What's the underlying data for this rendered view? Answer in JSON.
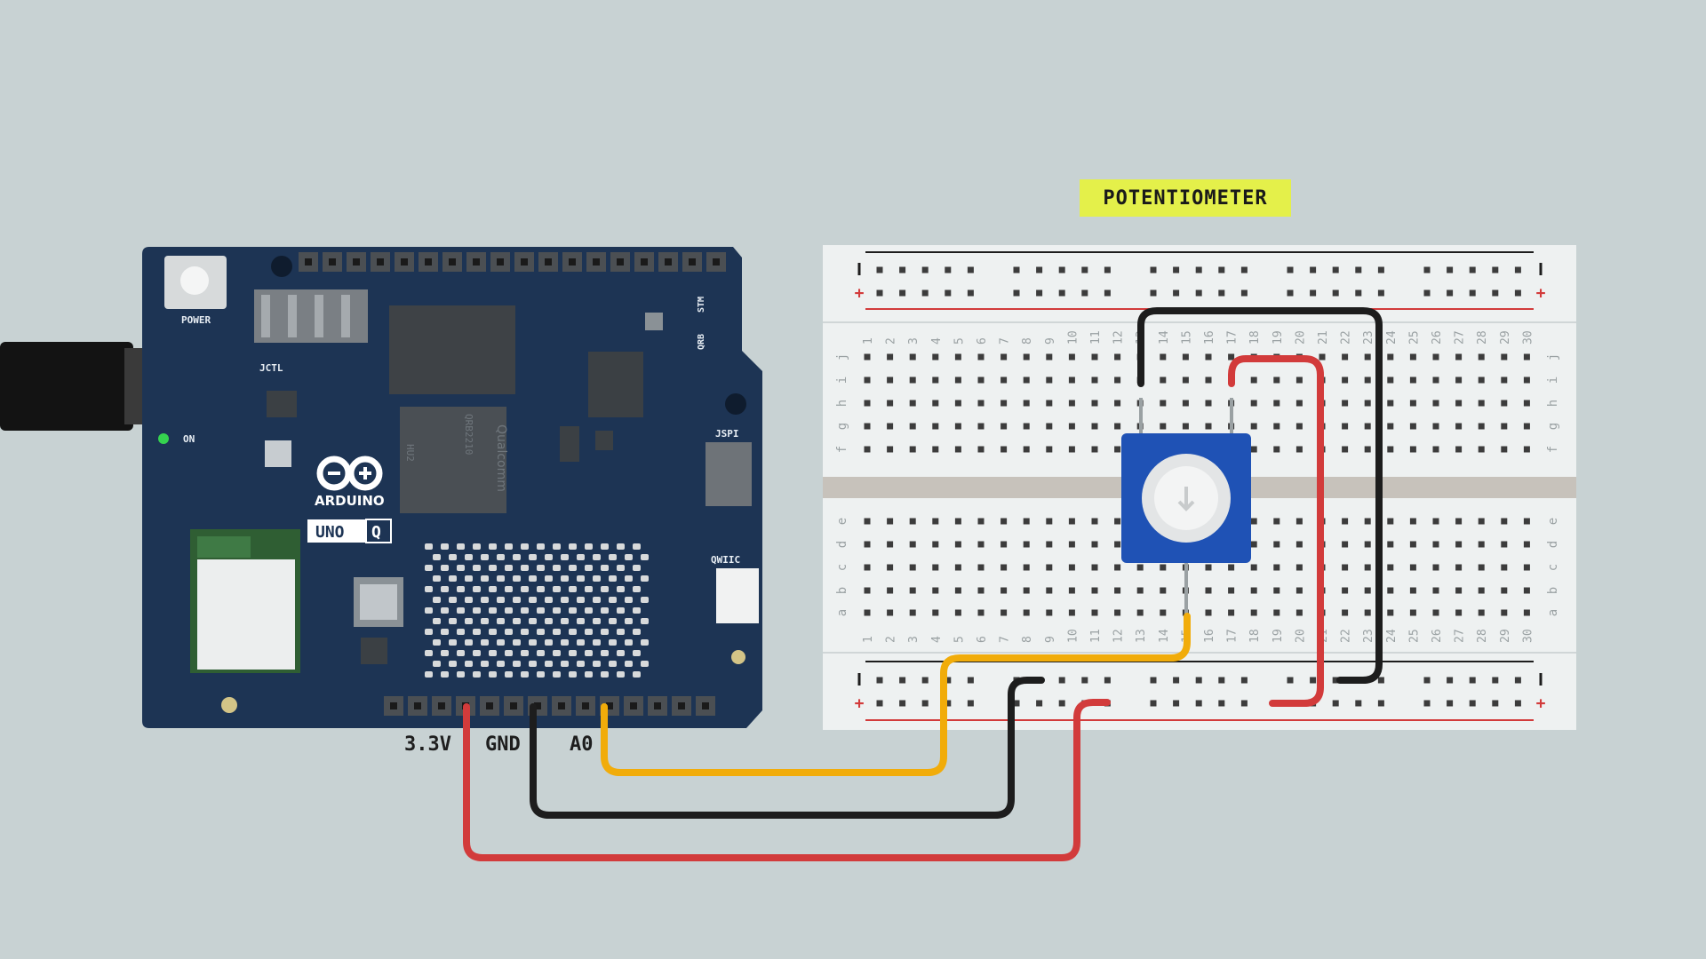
{
  "title": "POTENTIOMETER",
  "board": {
    "logo_text": "ARDUINO",
    "model_badge": "UNO",
    "model_suffix": "Q",
    "silk_power": "POWER",
    "silk_jctl": "JCTL",
    "silk_on": "ON",
    "silk_jspi": "JSPI",
    "silk_qwiic": "QWIIC",
    "silk_stm": "STM",
    "silk_qrb": "QRB",
    "chip_qualcomm": "Qualcomm",
    "chip_part": "QRB2210",
    "chip_part2": "HU2"
  },
  "pin_labels": {
    "v33": "3.3V",
    "gnd": "GND",
    "a0": "A0"
  },
  "breadboard": {
    "columns": [
      "1",
      "2",
      "3",
      "4",
      "5",
      "6",
      "7",
      "8",
      "9",
      "10",
      "11",
      "12",
      "13",
      "14",
      "15",
      "16",
      "17",
      "18",
      "19",
      "20",
      "21",
      "22",
      "23",
      "24",
      "25",
      "26",
      "27",
      "28",
      "29",
      "30"
    ],
    "rows_top": [
      "j",
      "i",
      "h",
      "g",
      "f"
    ],
    "rows_bottom": [
      "e",
      "d",
      "c",
      "b",
      "a"
    ],
    "rail_plus": "+",
    "rail_minus": "-"
  },
  "colors": {
    "background": "#c8d2d3",
    "board": "#1d3454",
    "breadboard": "#eef1f1",
    "wire_red": "#d23b3b",
    "wire_black": "#1d1d1d",
    "wire_yellow": "#f1ac0a",
    "pot_body": "#1f52b5",
    "label_bg": "#e4f04a"
  },
  "wires": [
    {
      "name": "3.3V to + rail",
      "color": "red"
    },
    {
      "name": "GND to - rail",
      "color": "black"
    },
    {
      "name": "A0 to potentiometer wiper",
      "color": "yellow"
    },
    {
      "name": "+ rail to potentiometer pin",
      "color": "red"
    },
    {
      "name": "- rail to potentiometer pin",
      "color": "black"
    }
  ]
}
